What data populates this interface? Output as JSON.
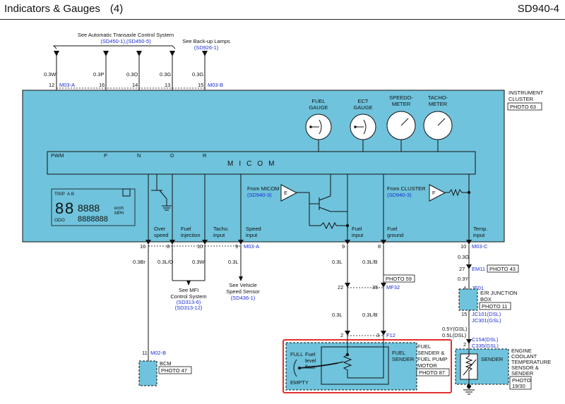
{
  "header": {
    "title": "Indicators & Gauges",
    "count": "(4)",
    "code": "SD940-4"
  },
  "top_refs": {
    "atcs_label": "See Automatic Transaxle Control System",
    "atcs_link": "(SD450-1),(SD450-5)",
    "backup_label": "See Back-up Lamps",
    "backup_link": "(SD926-1)"
  },
  "top_wires": [
    {
      "color": "0.3W",
      "pin": "12",
      "connector": "M03-A",
      "signal": "PWM"
    },
    {
      "color": "0.3P",
      "pin": "16",
      "connector": "",
      "signal": "P"
    },
    {
      "color": "0.3O",
      "pin": "14",
      "connector": "",
      "signal": "N"
    },
    {
      "color": "0.3G",
      "pin": "13",
      "connector": "",
      "signal": "D"
    },
    {
      "color": "0.3G",
      "pin": "15",
      "connector": "M03-B",
      "signal": "R"
    }
  ],
  "cluster": {
    "label1": "INSTRUMENT",
    "label2": "CLUSTER",
    "photo": "PHOTO 63",
    "micom": "MICOM"
  },
  "gauges": [
    {
      "l1": "FUEL",
      "l2": "GAUGE"
    },
    {
      "l1": "ECT",
      "l2": "GAUGE"
    },
    {
      "l1": "SPEEDO-",
      "l2": "METER"
    },
    {
      "l1": "TACHO-",
      "l2": "METER"
    }
  ],
  "lcd": {
    "trip": "TRIP",
    "ab": "A B",
    "odo": "ODO",
    "kmh": "km/h",
    "mph": "MPH"
  },
  "from_micom": {
    "label": "From MICOM",
    "link": "(SD940-3)",
    "sym": "E"
  },
  "from_cluster": {
    "label": "From CLUSTER",
    "link": "(SD940-3)",
    "sym": "F"
  },
  "outputs": [
    {
      "l1": "Over",
      "l2": "speed",
      "pin": "16",
      "wire": "0.3Br"
    },
    {
      "l1": "Fuel",
      "l2": "injection",
      "pin": "8",
      "wire": "0.3L/O"
    },
    {
      "l1": "Tacho.",
      "l2": "input",
      "pin": "10",
      "wire": "0.3W"
    },
    {
      "l1": "Speed",
      "l2": "input",
      "pin": "9",
      "wire": "0.3L",
      "connector": "M03-A"
    },
    {
      "l1": "Fuel",
      "l2": "input",
      "pin": "9",
      "wire": "0.3L"
    },
    {
      "l1": "Fuel",
      "l2": "ground",
      "pin": "8",
      "wire": "0.3L/B"
    },
    {
      "l1": "Temp.",
      "l2": "input",
      "pin": "10",
      "wire": "0.3G",
      "connector": "M03-C"
    }
  ],
  "mfi_ref": {
    "l1": "See MFI",
    "l2": "Control System",
    "link1": "(SD313-6)",
    "link2": "(SD313-12)"
  },
  "vss_ref": {
    "l1": "See Vehicle",
    "l2": "Speed Sensor",
    "link": "(SD436-1)"
  },
  "bcm": {
    "pin": "11",
    "connector": "M02-B",
    "label": "BCM",
    "photo": "PHOTO 47"
  },
  "mf32": {
    "photo": "PHOTO 59",
    "pin_a": "22",
    "pin_b": "35",
    "connector": "MF32"
  },
  "fuel_lower": {
    "wire_a": "0.3L",
    "wire_b": "0.3L/B"
  },
  "f12": {
    "pin_a": "2",
    "pin_b": "3",
    "connector": "F12"
  },
  "fuel_sender": {
    "l1": "FUEL",
    "l2": "SENDER &",
    "l3": "FUEL PUMP",
    "l4": "MOTOR",
    "photo": "PHOTO 87",
    "full": "FULL",
    "empty": "EMPTY",
    "float1": "Fuel",
    "float2": "level",
    "float3": "float",
    "sender1": "FUEL",
    "sender2": "SENDER"
  },
  "temp_chain": {
    "em11_pin": "27",
    "em11": "EM11",
    "em11_photo": "PHOTO 43",
    "wire_mid": "0.3Y",
    "je01_pin": "4",
    "je01": "JE01",
    "je_l1": "E/R JUNCTION",
    "je_l2": "BOX",
    "je_photo": "PHOTO 11",
    "jc_pin": "15",
    "jc101": "JC101(DSL)",
    "jc301": "JC301(GSL)",
    "wire_gsl": "0.5Y(GSL)",
    "wire_dsl": "0.5L(DSL)",
    "c_pin": "2",
    "c154": "C154(DSL)",
    "c335": "C335(GSL)"
  },
  "ect_sender": {
    "l1": "ENGINE",
    "l2": "COOLANT",
    "l3": "TEMPERATURE",
    "l4": "SENSOR &",
    "l5": "SENDER",
    "photo1": "PHOTO",
    "photo2": "19/30",
    "inner": "SENDER"
  },
  "colors": {
    "panel": "#6fc3dc",
    "link": "#1a2bd6",
    "highlight": "#e0302f"
  }
}
